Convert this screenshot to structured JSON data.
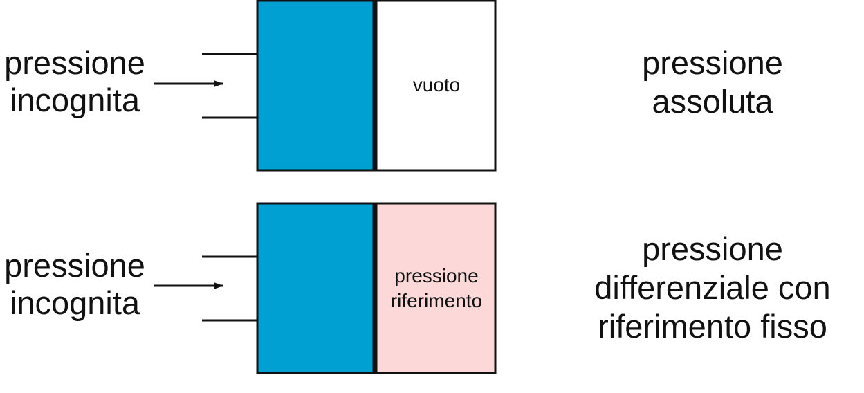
{
  "diagram": {
    "colors": {
      "fluid": "#00a0d2",
      "reference_chamber": "#fdd8d8",
      "vacuum_chamber": "#ffffff",
      "outline": "#111111"
    },
    "rows": [
      {
        "left_label_line1": "pressione",
        "left_label_line2": "incognita",
        "chamber_line1": "vuoto",
        "chamber_line2": "",
        "right_line1": "pressione",
        "right_line2": "assoluta",
        "right_line3": ""
      },
      {
        "left_label_line1": "pressione",
        "left_label_line2": "incognita",
        "chamber_line1": "pressione",
        "chamber_line2": "riferimento",
        "right_line1": "pressione",
        "right_line2": "differenziale con",
        "right_line3": "riferimento fisso"
      }
    ]
  }
}
